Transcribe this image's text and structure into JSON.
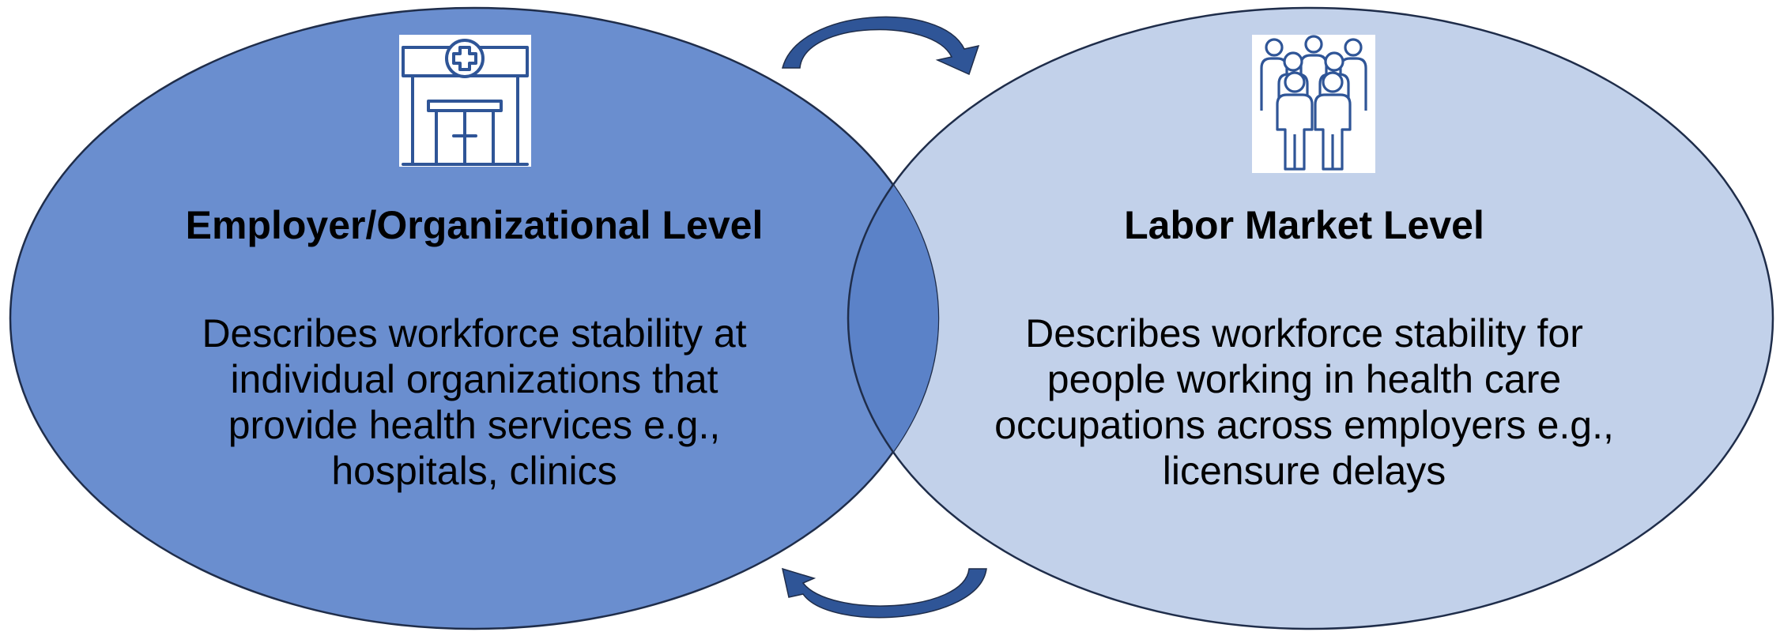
{
  "colors": {
    "left_fill": "#6a8ecf",
    "right_fill": "#c2d1ea",
    "overlap_fill": "#5b82c8",
    "outline": "#1f2d4a",
    "icon_stroke": "#2f5597",
    "arrow_fill": "#2f5597"
  },
  "left": {
    "icon": "hospital-building-icon",
    "title": "Employer/Organizational Level",
    "lines": [
      "Describes workforce stability at",
      "individual organizations that",
      "provide health services e.g.,",
      "hospitals, clinics"
    ]
  },
  "right": {
    "icon": "people-group-icon",
    "title": "Labor Market Level",
    "lines": [
      "Describes workforce stability for",
      "people working in health care",
      "occupations across employers e.g.,",
      "licensure delays"
    ]
  },
  "arrows": {
    "top": "curved-arrow-clockwise-top",
    "bottom": "curved-arrow-clockwise-bottom"
  }
}
